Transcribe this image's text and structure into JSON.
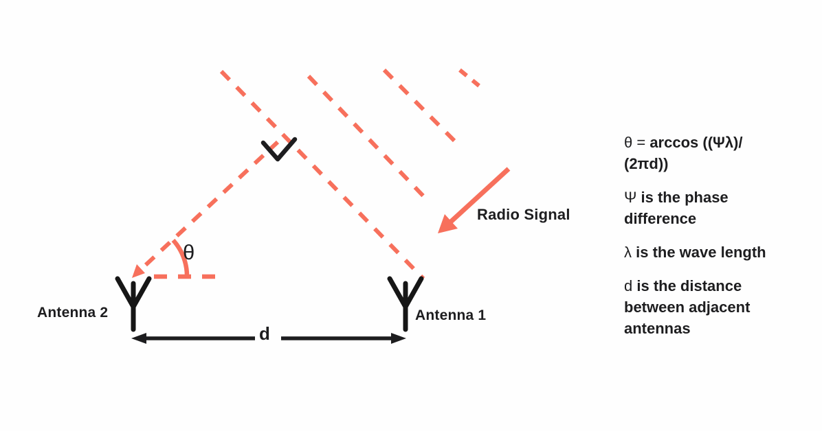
{
  "diagram": {
    "labels": {
      "antenna_2": "Antenna 2",
      "antenna_1": "Antenna 1",
      "distance": "d",
      "angle": "θ",
      "radio_signal": "Radio Signal"
    },
    "colors": {
      "signal": "#F7705C",
      "ink": "#1D1D1F"
    },
    "icons": [
      "antenna-icon",
      "antenna-icon",
      "right-angle-icon",
      "radio-signal-arrow-icon",
      "distance-double-arrow-icon"
    ]
  },
  "legend": {
    "formula": {
      "lhs": "θ = ",
      "rhs_line1": "arccos ((Ψλ)/",
      "rhs_line2": "(2πd))"
    },
    "notes": [
      {
        "symbol": "Ψ",
        "text": " is the phase difference"
      },
      {
        "symbol": "λ",
        "text": " is the wave length"
      },
      {
        "symbol": "d",
        "text": " is the distance between adjacent antennas"
      }
    ]
  }
}
